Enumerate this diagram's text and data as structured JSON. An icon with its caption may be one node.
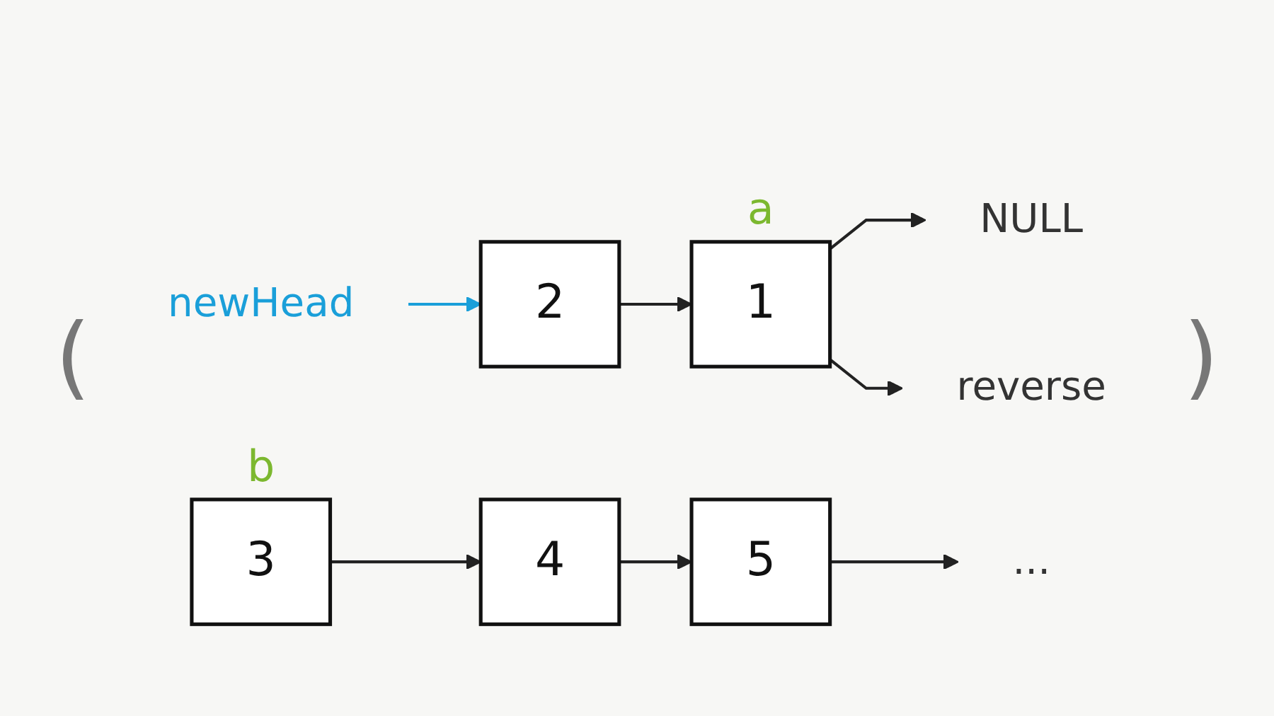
{
  "diagram": {
    "nodes": [
      {
        "text": [
          "NULL"
        ]
      },
      {
        "text": [
          "1"
        ],
        "beside": [
          "a"
        ]
      },
      {
        "text": [
          "2"
        ]
      },
      {
        "text": [
          "newHead"
        ]
      },
      {
        "text": [
          "reverse"
        ]
      },
      {
        "text": [
          "3"
        ],
        "beside": [
          "b"
        ]
      },
      {
        "text": [
          "4"
        ]
      },
      {
        "text": [
          "5"
        ]
      },
      {
        "text": [
          "..."
        ]
      }
    ],
    "edges": [
      {
        "from": 1,
        "to": 0,
        "arrow": "to"
      },
      {
        "from": 2,
        "to": 1,
        "arrow": "to"
      },
      {
        "from": 3,
        "to": 2,
        "arrow": "to",
        "color": "#1a9fd9"
      },
      {
        "from": 1,
        "to": 4,
        "arrow": "to"
      },
      {
        "from": 5,
        "to": 6,
        "arrow": "to"
      },
      {
        "from": 6,
        "to": 7,
        "arrow": "to"
      },
      {
        "from": 7,
        "to": 8,
        "arrow": "to"
      }
    ],
    "labels": [
      "(",
      ")"
    ]
  }
}
